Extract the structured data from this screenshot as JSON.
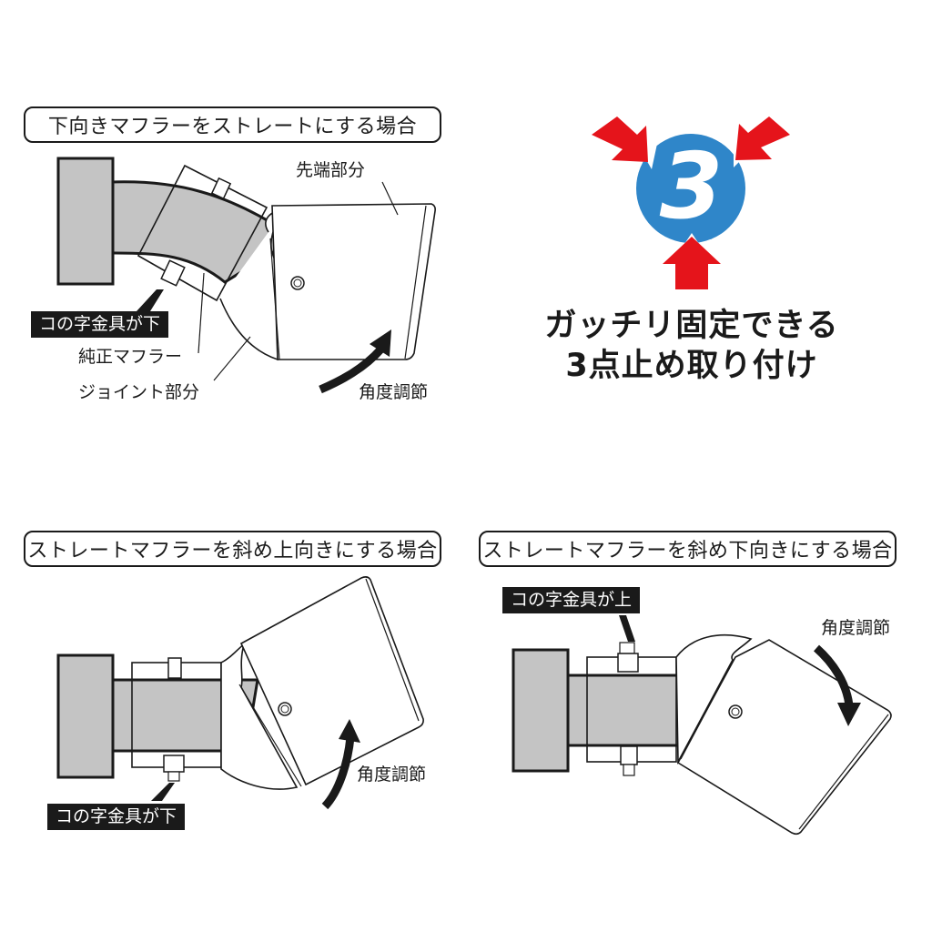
{
  "panels": {
    "top_left": {
      "title": "下向きマフラーをストレートにする場合",
      "labels": {
        "tip_part": "先端部分",
        "bracket_down": "コの字金具が下",
        "stock_muffler": "純正マフラー",
        "joint_part": "ジョイント部分",
        "angle_adjust": "角度調節"
      }
    },
    "top_right": {
      "badge_number": "3",
      "headline_line1": "ガッチリ固定できる",
      "headline_line2": "3点止め取り付け",
      "colors": {
        "circle": "#2f86c9",
        "arrows": "#e5141b"
      }
    },
    "bottom_left": {
      "title": "ストレートマフラーを斜め上向きにする場合",
      "labels": {
        "bracket_down": "コの字金具が下",
        "angle_adjust": "角度調節"
      }
    },
    "bottom_right": {
      "title": "ストレートマフラーを斜め下向きにする場合",
      "labels": {
        "bracket_up": "コの字金具が上",
        "angle_adjust": "角度調節"
      }
    }
  },
  "colors": {
    "pipe_fill": "#c4c4c4",
    "stroke": "#1a1a1a",
    "background": "#ffffff"
  }
}
